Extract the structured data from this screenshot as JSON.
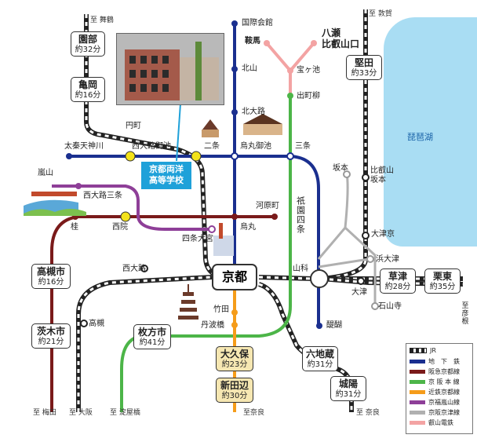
{
  "colors": {
    "jr": "#222222",
    "subway_tozai": "#1a2f8f",
    "subway_karasuma": "#1a2f8f",
    "hankyu": "#7a1a1a",
    "keihan": "#4cb548",
    "kintetsu": "#f59c1a",
    "keifuku": "#8e3f98",
    "eizan": "#f3a3a3",
    "lake": "#a9ddf3",
    "school_label_bg": "#1fa1d9"
  },
  "lake": {
    "name": "琵琶湖"
  },
  "school": {
    "name_line1": "京都両洋",
    "name_line2": "高等学校"
  },
  "main_station": {
    "name": "京都"
  },
  "boxed_stations": [
    {
      "name": "園部",
      "time": "約32分"
    },
    {
      "name": "亀岡",
      "time": "約16分"
    },
    {
      "name": "堅田",
      "time": "約33分"
    },
    {
      "name": "高槻市",
      "time": "約16分"
    },
    {
      "name": "茨木市",
      "time": "約21分"
    },
    {
      "name": "枚方市",
      "time": "約41分"
    },
    {
      "name": "大久保",
      "time": "約23分"
    },
    {
      "name": "新田辺",
      "time": "約30分"
    },
    {
      "name": "六地蔵",
      "time": "約31分"
    },
    {
      "name": "城陽",
      "time": "約31分"
    },
    {
      "name": "草津",
      "time": "約28分"
    },
    {
      "name": "栗東",
      "time": "約35分"
    }
  ],
  "stations": {
    "kokusai": "国際会館",
    "kitayama": "北山",
    "kitaoji": "北大路",
    "kurama": "鞍馬",
    "yase_line1": "八瀬",
    "yase_line2": "比叡山口",
    "takaragaike": "宝ヶ池",
    "demachi": "出町柳",
    "enmachi": "円町",
    "uzumasa": "太秦天神川",
    "nishioji_oike": "西大路御池",
    "nijo": "二条",
    "karasuma_oike": "烏丸御池",
    "sanjo": "三条",
    "arashiyama": "嵐山",
    "nishioji_sanjo": "西大路三条",
    "kawaramachi": "河原町",
    "katsura": "桂",
    "saiin": "西院",
    "shijo_omiya": "四条大宮",
    "karasuma": "烏丸",
    "nishioji": "西大路",
    "yamashina": "山科",
    "takatsuki": "高槻",
    "takeda": "竹田",
    "tambabashi": "丹波橋",
    "daigo": "醍醐",
    "sakamoto": "坂本",
    "hieizan_sakamoto_line1": "比叡山",
    "hieizan_sakamoto_line2": "坂本",
    "otsukyo": "大津京",
    "hamaotsu": "浜大津",
    "otsu": "大津",
    "ishiyamadera": "石山寺",
    "gion_shijo": "祇園四条"
  },
  "directions": {
    "maizuru": "至 舞鶴",
    "tsuruga": "至 敦賀",
    "umeda": "至 梅田",
    "osaka": "至 大阪",
    "yodoyabashi": "至 淀屋橋",
    "nara_kintetsu": "至奈良",
    "nara_jr": "至 奈良",
    "hikone": "至彦根"
  },
  "legend": {
    "items": [
      {
        "label": "JR",
        "color": "#222222",
        "style": "rail"
      },
      {
        "label": "地　下　鉄",
        "color": "#1a2f8f",
        "style": "solid"
      },
      {
        "label": "阪急京都線",
        "color": "#7a1a1a",
        "style": "solid"
      },
      {
        "label": "京 阪 本 線",
        "color": "#4cb548",
        "style": "solid"
      },
      {
        "label": "近鉄京都線",
        "color": "#f59c1a",
        "style": "solid"
      },
      {
        "label": "京福嵐山線",
        "color": "#8e3f98",
        "style": "solid"
      },
      {
        "label": "京阪京津線",
        "color": "#b0b0b0",
        "style": "solid"
      },
      {
        "label": "叡山電鉄",
        "color": "#f3a3a3",
        "style": "solid"
      }
    ]
  }
}
